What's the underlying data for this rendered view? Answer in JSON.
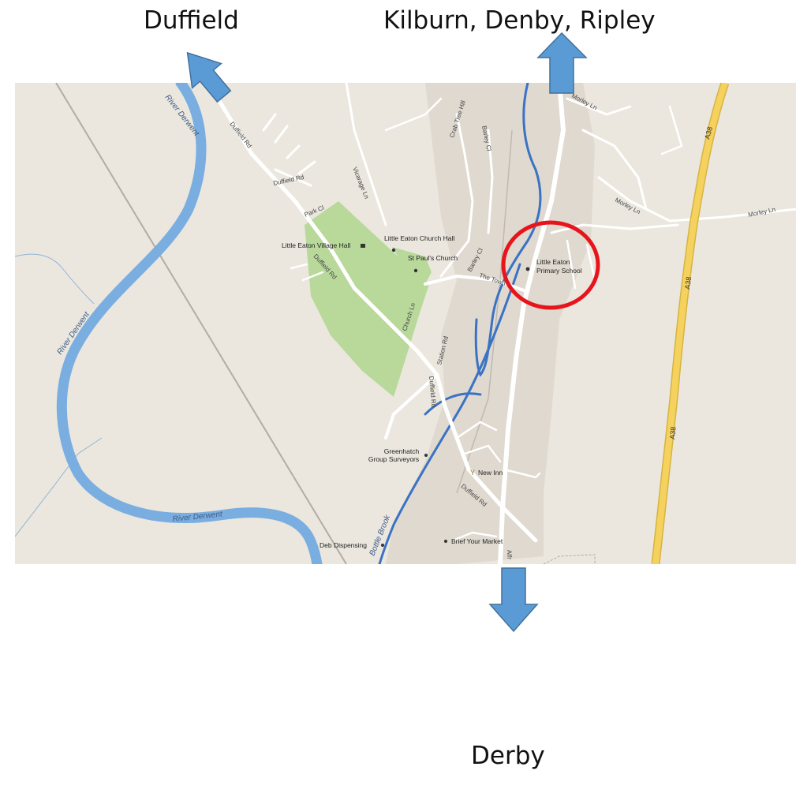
{
  "destinations": {
    "north_west": "Duffield",
    "north": "Kilburn, Denby, Ripley",
    "south": "Derby"
  },
  "map": {
    "rivers": {
      "derwent_upper": "River Derwent",
      "derwent_middle": "River Derwent",
      "derwent_lower": "River Derwent",
      "bottle_brook": "Bottle Brook"
    },
    "roads": {
      "duffield_rd_1": "Duffield Rd",
      "duffield_rd_2": "Duffield Rd",
      "duffield_rd_3": "Duffield Rd",
      "duffield_rd_4": "Duffield Rd",
      "duffield_rd_5": "Duffield Rd",
      "vicarage_ln": "Vicarage Ln",
      "park_cl": "Park Cl",
      "crab_tree_hill": "Crab Tree Hill",
      "barley_cl_1": "Barley Cl",
      "barley_cl_2": "Barley Cl",
      "church_ln": "Church Ln",
      "station_rd": "Station Rd",
      "the_town": "The Town",
      "morley_ln_1": "Morley Ln",
      "morley_ln_2": "Morley Ln",
      "morley_ln_3": "Morley Ln",
      "a38_1": "A38",
      "a38_2": "A38",
      "a38_3": "A38",
      "alfreton_rd": "Alfr"
    },
    "places": {
      "village_hall": "Little Eaton Village Hall",
      "church_hall": "Little Eaton Church Hall",
      "st_pauls": "St Paul's Church",
      "school_line1": "Little Eaton",
      "school_line2": "Primary School",
      "greenhatch_line1": "Greenhatch",
      "greenhatch_line2": "Group Surveyors",
      "new_inn": "New Inn",
      "deb_dispensing": "Deb Dispensing",
      "brief_your_market": "Brief Your Market"
    }
  },
  "colors": {
    "map_background": "#ebe7de",
    "park_green": "#b8d99a",
    "river_blue": "#7aaee0",
    "brook_blue": "#3a72c4",
    "a38_yellow": "#f5d25e",
    "settlement": "#ddd6cc",
    "highlight_circle": "#e8141c",
    "arrow_fill": "#5b9bd5",
    "arrow_stroke": "#41719c"
  }
}
